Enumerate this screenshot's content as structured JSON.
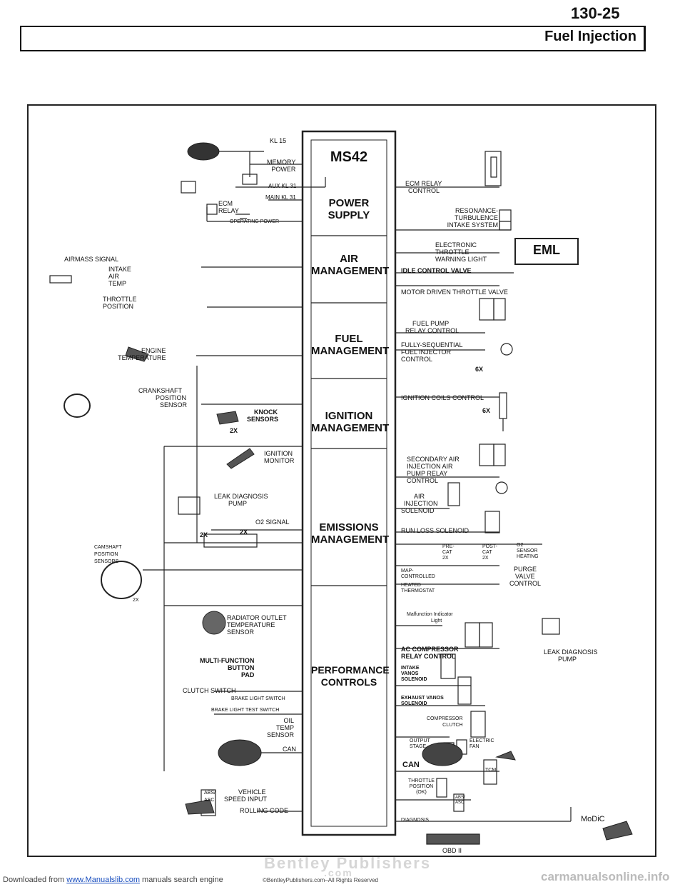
{
  "page": {
    "number": "130-25",
    "section": "Fuel Injection",
    "footer_left_prefix": "Downloaded from",
    "footer_left_link": "www.Manualslib.com",
    "footer_left_suffix": "manuals search engine",
    "footer_copyright": "©BentleyPublishers.com–All Rights Reserved",
    "footer_right": "carmanualsonline.info",
    "watermark_line1": "Bentley Publishers",
    "watermark_line2": ".com"
  },
  "ecm": {
    "name": "MS42",
    "modules": [
      {
        "id": "power",
        "line1": "POWER",
        "line2": "SUPPLY"
      },
      {
        "id": "air",
        "line1": "AIR",
        "line2": "MANAGEMENT"
      },
      {
        "id": "fuel",
        "line1": "FUEL",
        "line2": "MANAGEMENT"
      },
      {
        "id": "ignition",
        "line1": "IGNITION",
        "line2": "MANAGEMENT"
      },
      {
        "id": "emissions",
        "line1": "EMISSIONS",
        "line2": "MANAGEMENT"
      },
      {
        "id": "performance",
        "line1": "PERFORMANCE",
        "line2": "CONTROLS"
      }
    ]
  },
  "left": {
    "kl15": "KL 15",
    "memory_power": [
      "MEMORY",
      "POWER"
    ],
    "aux_kl31": "AUX KL 31",
    "main_kl31": "MAIN KL 31",
    "ecm_relay": [
      "ECM",
      "RELAY"
    ],
    "operating_power": "OPERATING POWER",
    "airmass_signal": "AIRMASS SIGNAL",
    "intake_air_temp": [
      "INTAKE",
      "AIR",
      "TEMP"
    ],
    "throttle_position": [
      "THROTTLE",
      "POSITION"
    ],
    "engine_temperature": [
      "ENGINE",
      "TEMPERATURE"
    ],
    "crankshaft_sensor": [
      "CRANKSHAFT",
      "POSITION",
      "SENSOR"
    ],
    "knock_sensors": [
      "KNOCK",
      "SENSORS"
    ],
    "knock_qty": "2X",
    "ignition_monitor": [
      "IGNITION",
      "MONITOR"
    ],
    "leak_diag_pump": [
      "LEAK DIAGNOSIS",
      "PUMP"
    ],
    "o2_signal": "O2 SIGNAL",
    "o2_qty_a": "2X",
    "o2_qty_b": "2X",
    "camshaft_sensors": [
      "CAMSHAFT",
      "POSITION",
      "SENSORS"
    ],
    "cam_qty": "2X",
    "radiator_outlet": [
      "RADIATOR OUTLET",
      "TEMPERATURE",
      "SENSOR"
    ],
    "multi_function": [
      "MULTI-FUNCTION",
      "BUTTON",
      "PAD"
    ],
    "clutch_switch": "CLUTCH SWITCH",
    "brake_light_switch": "BRAKE LIGHT SWITCH",
    "brake_light_test": "BRAKE LIGHT TEST SWITCH",
    "oil_temp_sensor": [
      "OIL",
      "TEMP",
      "SENSOR"
    ],
    "can": "CAN",
    "vehicle_speed": [
      "VEHICLE",
      "SPEED INPUT"
    ],
    "abs_asc": [
      "ABS/",
      "ASC"
    ],
    "rolling_code": "ROLLING CODE"
  },
  "right": {
    "ecm_relay_control": [
      "ECM RELAY",
      "CONTROL"
    ],
    "resonance": [
      "RESONANCE-",
      "TURBULENCE",
      "INTAKE SYSTEM"
    ],
    "etc_warning": [
      "ELECTRONIC",
      "THROTTLE",
      "WARNING LIGHT"
    ],
    "eml": "EML",
    "idle_control": "IDLE CONTROL VALVE",
    "motor_throttle": "MOTOR DRIVEN THROTTLE VALVE",
    "fuel_pump_relay": [
      "FUEL PUMP",
      "RELAY CONTROL"
    ],
    "fuel_injector": [
      "FULLY-SEQUENTIAL",
      "FUEL INJECTOR",
      "CONTROL"
    ],
    "injector_qty": "6X",
    "ignition_coils": "IGNITION COILS CONTROL",
    "coil_qty": "6X",
    "secondary_air": [
      "SECONDARY AIR",
      "INJECTION AIR",
      "PUMP RELAY",
      "CONTROL"
    ],
    "air_injection": [
      "AIR",
      "INJECTION",
      "SOLENOID"
    ],
    "run_loss": "RUN LOSS SOLENOID",
    "o2_heating": [
      "PRE-",
      "CAT",
      "2X",
      "POST-",
      "CAT",
      "2X",
      "O2",
      "SENSOR",
      "HEATING"
    ],
    "map_controlled": [
      "MAP-",
      "CONTROLLED"
    ],
    "heated_thermostat": [
      "HEATED",
      "THERMOSTAT"
    ],
    "purge_valve": [
      "PURGE",
      "VALVE",
      "CONTROL"
    ],
    "mil": [
      "Malfunction Indicator",
      "Light"
    ],
    "ac_compressor": [
      "AC COMPRESSOR",
      "RELAY CONTROL"
    ],
    "leak_diag_pump": [
      "LEAK DIAGNOSIS",
      "PUMP"
    ],
    "intake_vanos": [
      "INTAKE",
      "VANOS",
      "SOLENOID"
    ],
    "exhaust_vanos": [
      "EXHAUST VANOS",
      "SOLENOID"
    ],
    "compressor_clutch": [
      "COMPRESSOR",
      "CLUTCH"
    ],
    "output_stage": [
      "OUTPUT",
      "STAGE"
    ],
    "electric_fan": [
      "ELECTRIC",
      "FAN"
    ],
    "can": "CAN",
    "tcm": "TCM",
    "throttle_pos_ok": [
      "THROTTLE",
      "POSITION",
      "(OK)"
    ],
    "abs_asc": [
      "ABS/",
      "ASC"
    ],
    "diagnosis": "DIAGNOSIS",
    "obd": "OBD II",
    "modic": "MoDiC"
  }
}
